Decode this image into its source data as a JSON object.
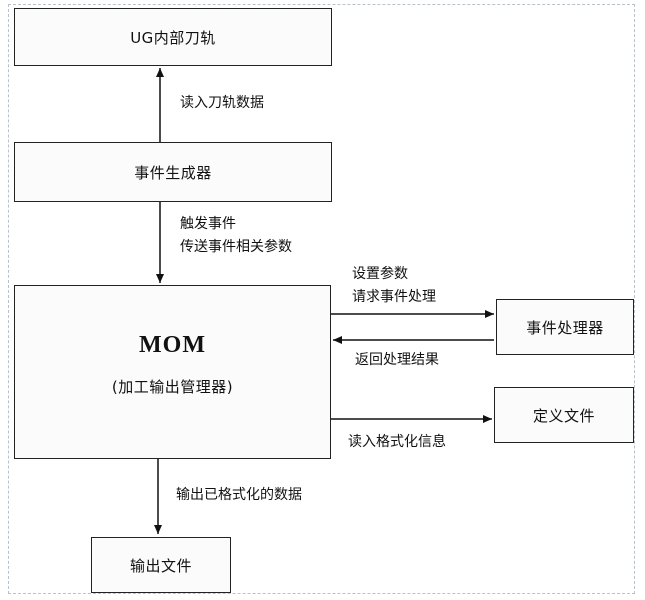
{
  "boxes": {
    "ug_toolpath": "UG内部刀轨",
    "event_generator": "事件生成器",
    "mom_title": "MOM",
    "mom_subtitle": "(加工输出管理器)",
    "event_handler": "事件处理器",
    "definition_file": "定义文件",
    "output_file": "输出文件"
  },
  "edges": {
    "read_toolpath": "读入刀轨数据",
    "trigger_event": "触发事件",
    "pass_params": "传送事件相关参数",
    "set_params": "设置参数",
    "request_handling": "请求事件处理",
    "return_result": "返回处理结果",
    "read_format": "读入格式化信息",
    "output_formatted": "输出已格式化的数据"
  }
}
